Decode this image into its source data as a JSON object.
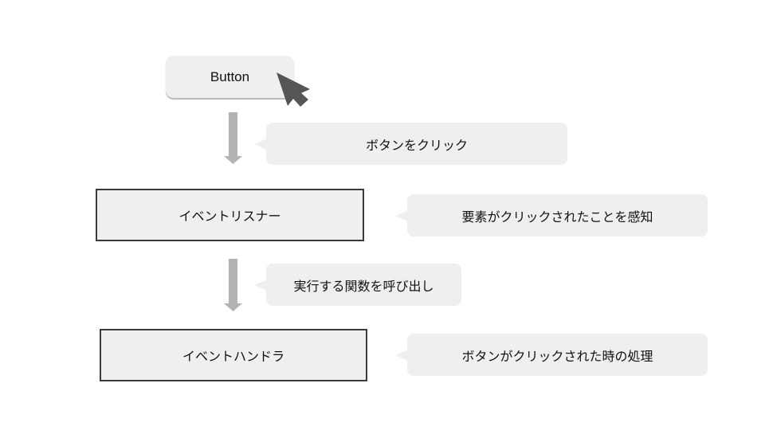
{
  "button": {
    "label": "Button"
  },
  "steps": {
    "listener": {
      "label": "イベントリスナー"
    },
    "handler": {
      "label": "イベントハンドラ"
    }
  },
  "notes": {
    "click": "ボタンをクリック",
    "detect": "要素がクリックされたことを感知",
    "call": "実行する関数を呼び出し",
    "process": "ボタンがクリックされた時の処理"
  },
  "colors": {
    "box_fill": "#efefef",
    "box_border": "#3a3a3a",
    "arrow": "#b3b3b3",
    "cursor": "#555555"
  },
  "icons": {
    "cursor": "mouse-pointer-icon",
    "arrow": "arrow-down-icon"
  }
}
